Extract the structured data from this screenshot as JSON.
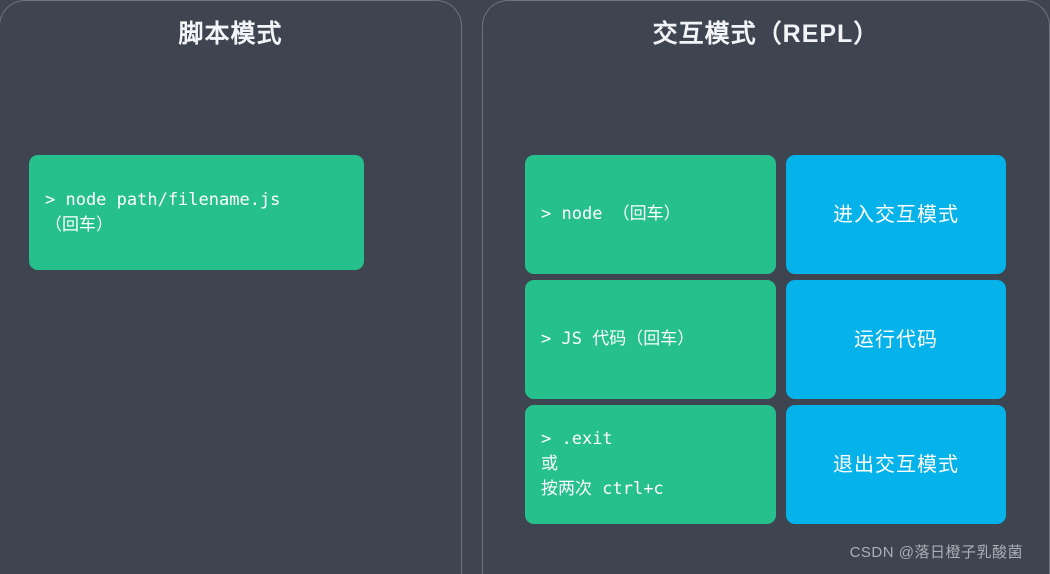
{
  "background_color": "#3e4450",
  "accent_colors": {
    "green": "#26c08c",
    "blue": "#05b2e9",
    "panel_border": "#6d7380",
    "title_text": "#f2f4f7",
    "watermark_text": "#a9aeb8"
  },
  "panels": {
    "script_mode": {
      "title": "脚本模式",
      "card": {
        "line1": "> node path/filename.js",
        "line2": "（回车）"
      }
    },
    "interactive_mode": {
      "title": "交互模式（REPL）",
      "rows": [
        {
          "command_lines": [
            "> node （回车）"
          ],
          "result_label": "进入交互模式"
        },
        {
          "command_lines": [
            "> JS 代码（回车）"
          ],
          "result_label": "运行代码"
        },
        {
          "command_lines": [
            "> .exit",
            "或",
            "按两次 ctrl+c"
          ],
          "result_label": "退出交互模式"
        }
      ]
    }
  },
  "watermark": "CSDN @落日橙子乳酸菌"
}
